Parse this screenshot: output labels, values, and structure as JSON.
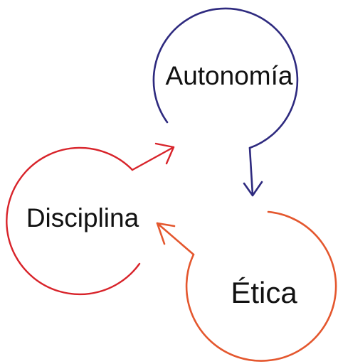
{
  "diagram": {
    "nodes": [
      {
        "id": "autonomia",
        "label": "Autonomía",
        "color": "#2e2a7f"
      },
      {
        "id": "disciplina",
        "label": "Disciplina",
        "color": "#d8232a"
      },
      {
        "id": "etica",
        "label": "Ética",
        "color": "#e4572e"
      }
    ],
    "cycle": [
      "disciplina",
      "autonomia",
      "etica",
      "disciplina"
    ]
  }
}
